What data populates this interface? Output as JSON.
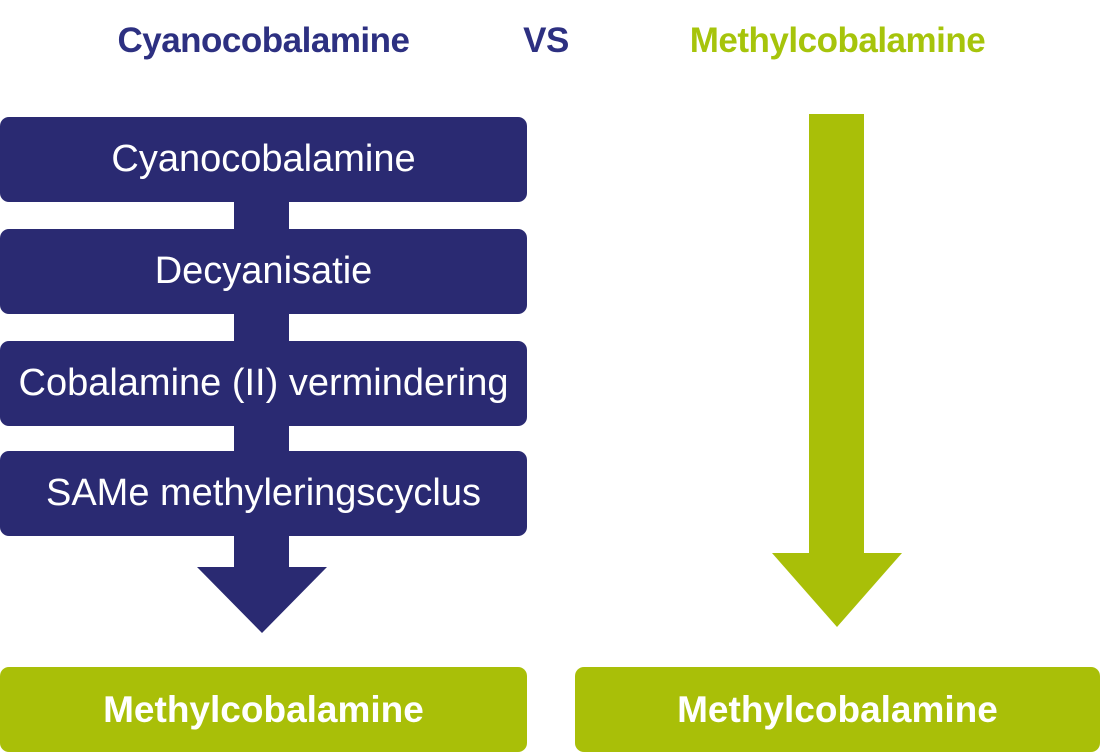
{
  "header": {
    "left_title": "Cyanocobalamine",
    "vs_label": "VS",
    "right_title": "Methylcobalamine"
  },
  "left_column": {
    "steps": [
      "Cyanocobalamine",
      "Decyanisatie",
      "Cobalamine (II) vermindering",
      "SAMe methyleringscyclus"
    ],
    "result": "Methylcobalamine"
  },
  "right_column": {
    "result": "Methylcobalamine"
  },
  "colors": {
    "navy_fill": "#2a2a72",
    "navy_title_text": "#2d3081",
    "green_fill": "#a9bf08",
    "green_title_text": "#a6c40b",
    "box_text": "#ffffff",
    "background": "#ffffff"
  }
}
